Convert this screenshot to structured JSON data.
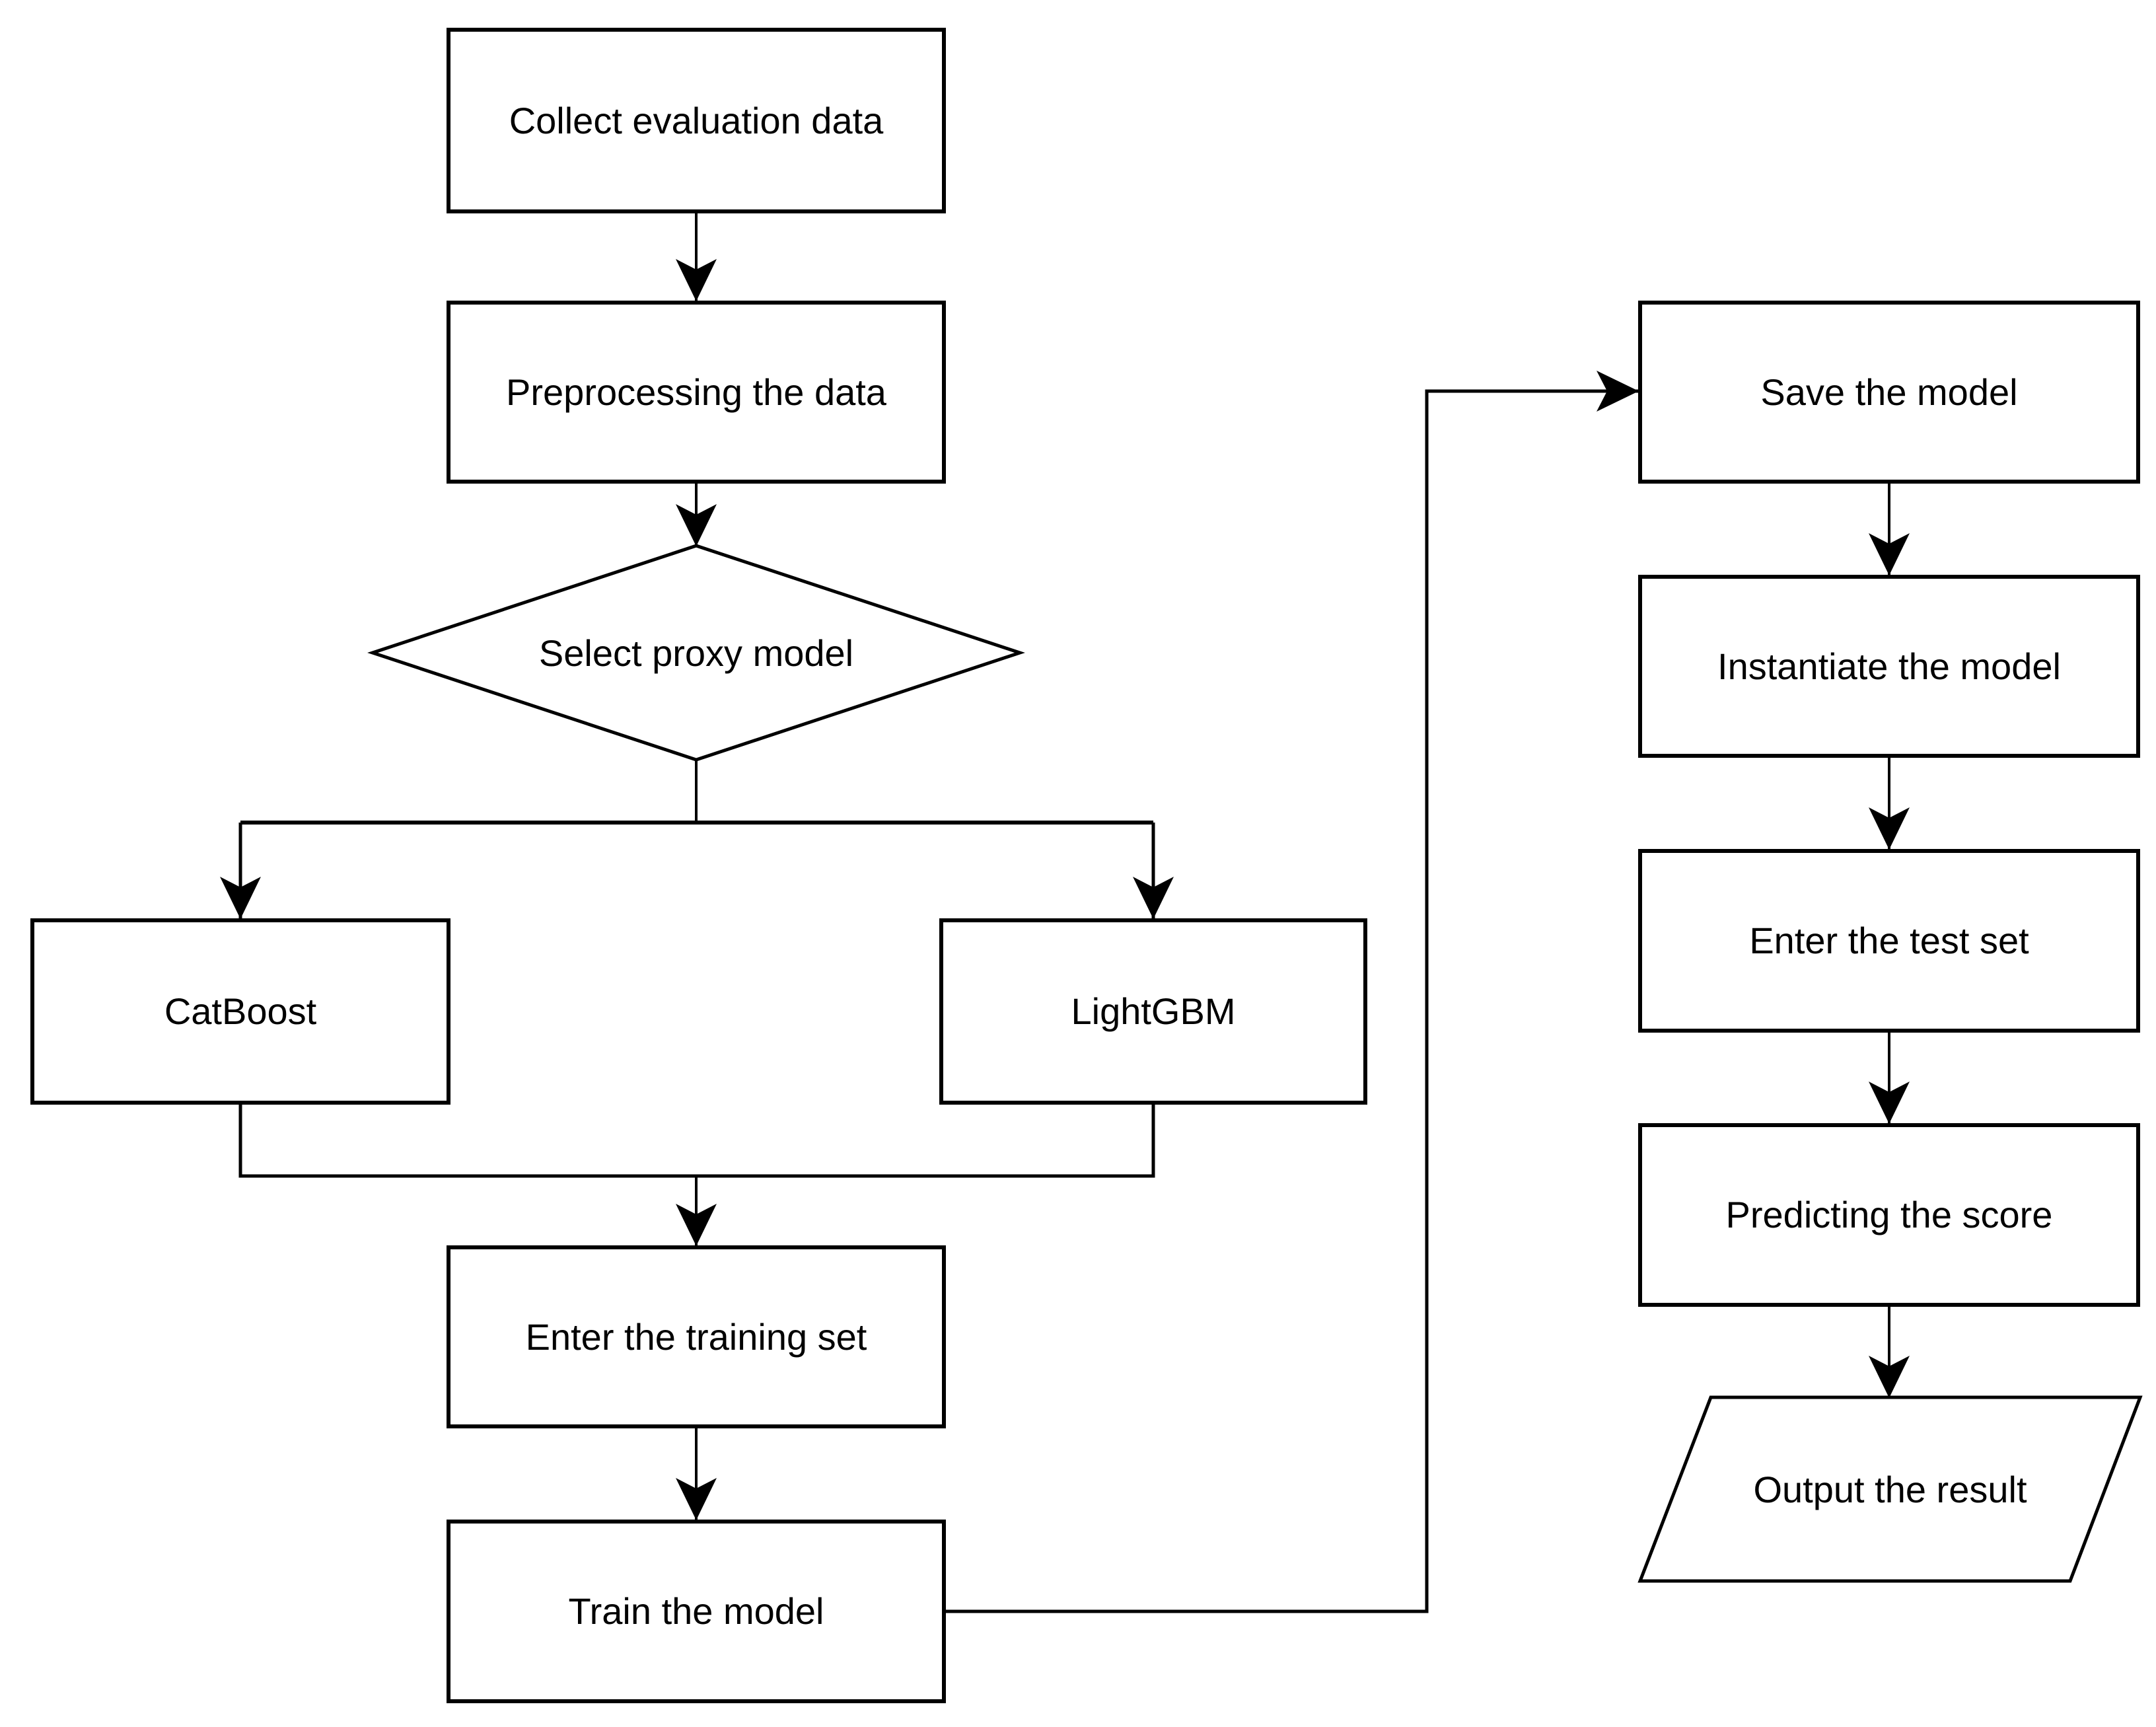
{
  "diagram": {
    "type": "flowchart",
    "background_color": "#ffffff",
    "line_color": "#000000",
    "nodes": {
      "collect": {
        "label": "Collect evaluation data",
        "shape": "rectangle"
      },
      "preprocess": {
        "label": "Preprocessing the data",
        "shape": "rectangle"
      },
      "select": {
        "label": "Select proxy model",
        "shape": "diamond"
      },
      "catboost": {
        "label": "CatBoost",
        "shape": "rectangle"
      },
      "lightgbm": {
        "label": "LightGBM",
        "shape": "rectangle"
      },
      "trainset": {
        "label": "Enter the training set",
        "shape": "rectangle"
      },
      "train": {
        "label": "Train the model",
        "shape": "rectangle"
      },
      "save": {
        "label": "Save the model",
        "shape": "rectangle"
      },
      "instantiate": {
        "label": "Instantiate the model",
        "shape": "rectangle"
      },
      "testset": {
        "label": "Enter the test set",
        "shape": "rectangle"
      },
      "predict": {
        "label": "Predicting the score",
        "shape": "rectangle"
      },
      "output": {
        "label": "Output the result",
        "shape": "parallelogram"
      }
    },
    "edges": [
      "collect -> preprocess",
      "preprocess -> select",
      "select -> catboost",
      "select -> lightgbm",
      "catboost -> trainset",
      "lightgbm -> trainset",
      "trainset -> train",
      "train -> save",
      "save -> instantiate",
      "instantiate -> testset",
      "testset -> predict",
      "predict -> output"
    ]
  }
}
